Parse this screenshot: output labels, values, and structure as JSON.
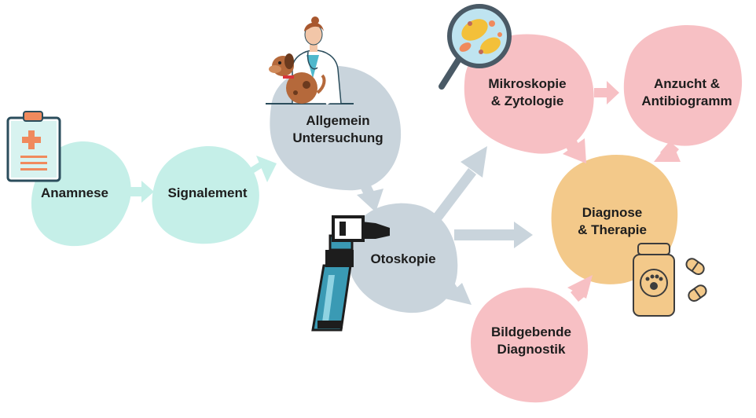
{
  "nodes": {
    "anamnese": {
      "label": "Anamnese"
    },
    "signalement": {
      "label": "Signalement"
    },
    "allgemein": {
      "line1": "Allgemein",
      "line2": "Untersuchung"
    },
    "otoskopie": {
      "label": "Otoskopie"
    },
    "mikroskopie": {
      "line1": "Mikroskopie",
      "line2": "& Zytologie"
    },
    "anzucht": {
      "line1": "Anzucht &",
      "line2": "Antibiogramm"
    },
    "diagnose": {
      "line1": "Diagnose",
      "line2": "& Therapie"
    },
    "bildgebende": {
      "line1": "Bildgebende",
      "line2": "Diagnostik"
    }
  },
  "colors": {
    "teal": "#c5efe8",
    "grey": "#c9d4dc",
    "pink": "#f7c0c4",
    "orange": "#f3c98a",
    "arrow_teal": "#c5efe8",
    "arrow_grey": "#c9d4dc",
    "arrow_pink": "#f7c0c4"
  },
  "icons": [
    "clipboard-icon",
    "vet-with-dog-icon",
    "otoscope-icon",
    "magnifier-bacteria-icon",
    "medicine-bottle-icon",
    "pills-icon"
  ]
}
